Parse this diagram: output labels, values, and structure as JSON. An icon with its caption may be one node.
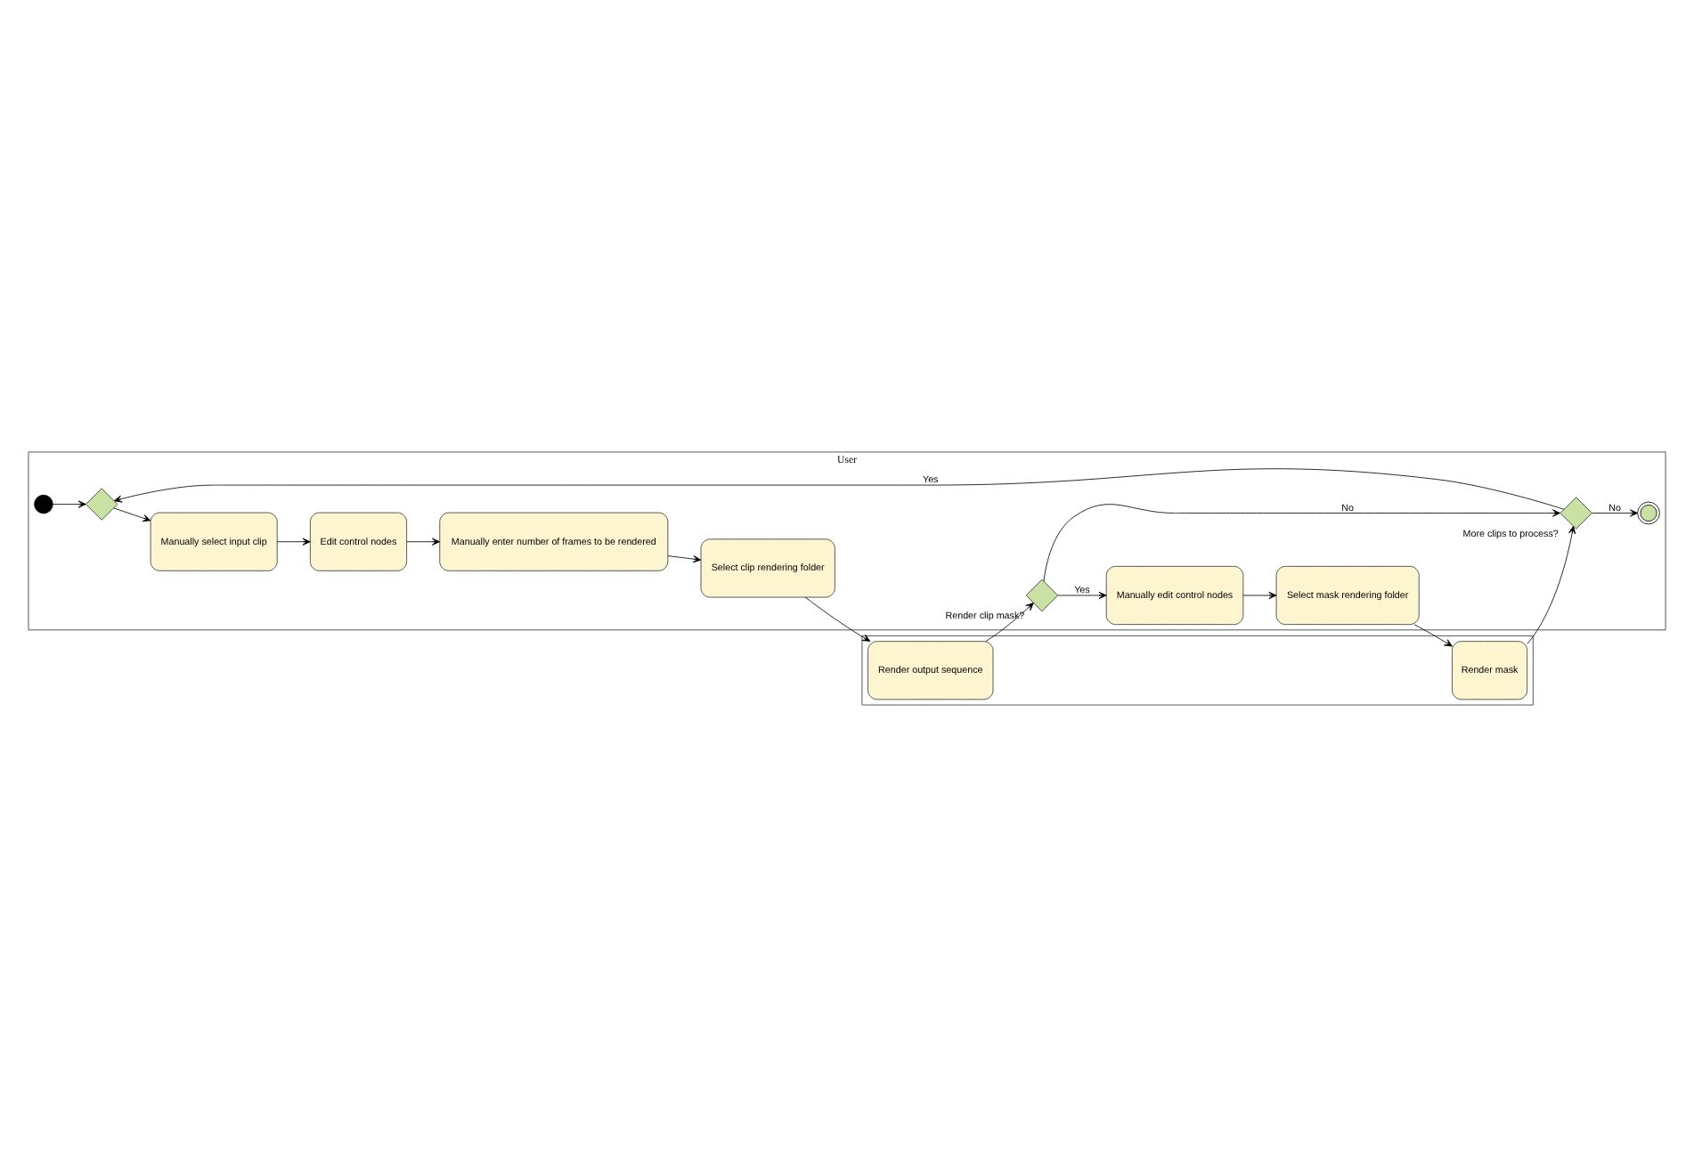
{
  "diagram": {
    "nodes": [
      {
        "text": [
          "User"
        ]
      },
      {
        "text": [],
        "shape": "box"
      },
      {
        "text": [],
        "shape": "circle",
        "in": 0
      },
      {
        "text": [],
        "shape": "diamond",
        "in": 0
      },
      {
        "text": [
          "Manually select input clip"
        ],
        "in": 0
      },
      {
        "text": [
          "Edit control nodes"
        ],
        "in": 0
      },
      {
        "text": [
          "Manually enter number of frames to be rendered"
        ],
        "in": 0
      },
      {
        "text": [
          "Select clip rendering folder"
        ],
        "in": 0
      },
      {
        "text": [
          "Render output sequence"
        ],
        "in": 1
      },
      {
        "text": [],
        "shape": "diamond",
        "beside": [
          "More clips to process?"
        ],
        "in": 0
      },
      {
        "text": [],
        "shape": "diamond",
        "beside": [
          "Render clip mask?"
        ],
        "in": 0
      },
      {
        "text": [
          "Manually edit control nodes"
        ],
        "in": 0
      },
      {
        "text": [
          "Select mask rendering folder"
        ],
        "in": 0
      },
      {
        "text": [
          "Render mask"
        ],
        "in": 1
      },
      {
        "text": [],
        "shape": "circle",
        "in": 0
      }
    ],
    "edges": [
      {
        "from": 2,
        "to": 3,
        "arrow": "to"
      },
      {
        "from": 3,
        "to": 4,
        "arrow": "to"
      },
      {
        "from": 4,
        "to": 5,
        "arrow": "to"
      },
      {
        "from": 5,
        "to": 6,
        "arrow": "to"
      },
      {
        "from": 6,
        "to": 7,
        "arrow": "to"
      },
      {
        "from": 7,
        "to": 8,
        "arrow": "to"
      },
      {
        "from": 8,
        "to": 10,
        "arrow": "to"
      },
      {
        "from": 10,
        "to": 9,
        "arrow": "to",
        "label": "No"
      },
      {
        "from": 10,
        "to": 11,
        "arrow": "to",
        "label": "Yes"
      },
      {
        "from": 11,
        "to": 12,
        "arrow": "to"
      },
      {
        "from": 12,
        "to": 13,
        "arrow": "to"
      },
      {
        "from": 13,
        "to": 9,
        "arrow": "to"
      },
      {
        "from": 9,
        "to": 3,
        "arrow": "to",
        "label": "Yes"
      },
      {
        "from": 9,
        "to": 14,
        "arrow": "to",
        "label": "No"
      }
    ]
  }
}
